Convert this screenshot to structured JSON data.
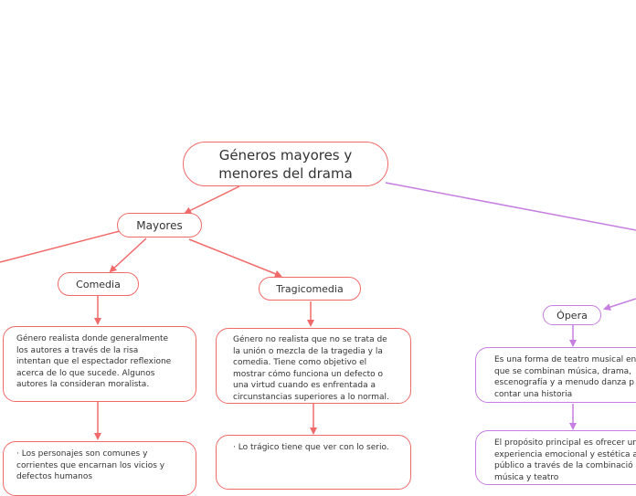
{
  "root": {
    "label": "Géneros mayores y\nmenores del drama"
  },
  "mayores": {
    "label": "Mayores"
  },
  "comedia": {
    "label": "Comedia",
    "desc": "Género realista donde generalmente\nlos autores a través de la risa\nintentan que el espectador reflexione\nacerca de lo que sucede. Algunos\nautores la consideran moralista.",
    "detail": "· Los personajes son comunes y\ncorrientes que encarnan los vicios y\ndefectos humanos"
  },
  "tragicomedia": {
    "label": "Tragicomedia",
    "desc": "Género no realista que no se trata de\nla unión o mezcla de la tragedia y la\ncomedia. Tiene como objetivo el\nmostrar cómo funciona un defecto o\nuna virtud cuando es enfrentada a\ncircunstancias superiores a lo normal.",
    "detail": "· Lo trágico tiene que ver con lo serio."
  },
  "opera": {
    "label": "Ópera",
    "desc": "Es una forma de teatro musical en\nque se combinan música, drama,\nescenografía y a menudo danza p\ncontar una historia",
    "detail": "El propósito principal es ofrecer un\nexperiencia emocional y estética a\npúblico a través de la combinació\nmúsica y teatro"
  },
  "colors": {
    "red": "#f06a6a",
    "purple": "#c67ee0"
  }
}
